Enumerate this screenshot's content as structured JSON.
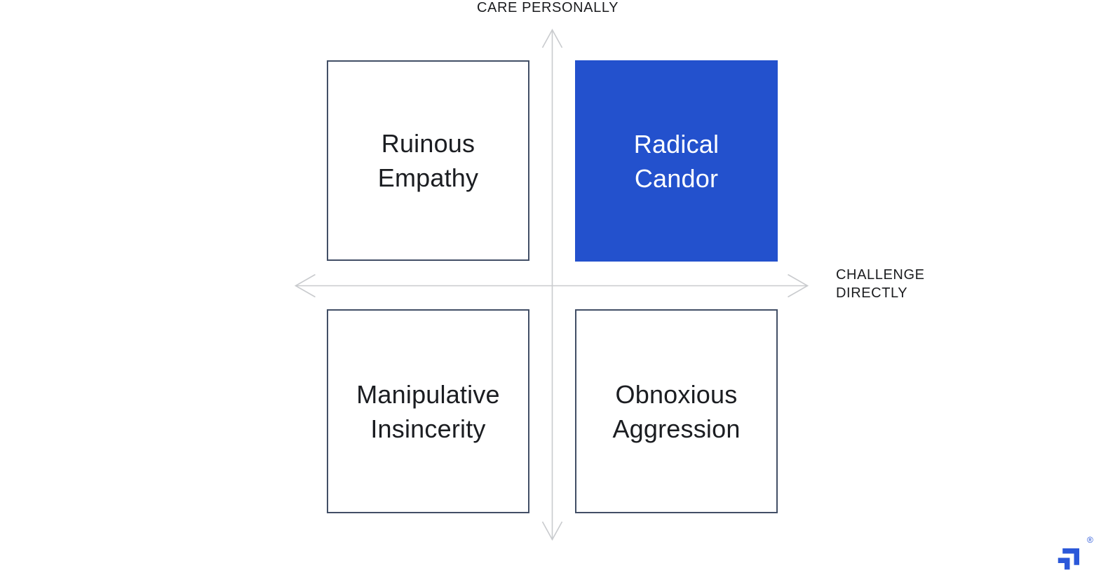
{
  "diagram": {
    "name": "radical-candor-quadrant",
    "background": "#ffffff"
  },
  "axes": {
    "vertical_label": "CARE PERSONALLY",
    "horizontal_label_line1": "CHALLENGE",
    "horizontal_label_line2": "DIRECTLY",
    "line_color": "#c9cbce",
    "label_color": "#1b1c1f",
    "style": "double-headed open-chevron arrows"
  },
  "quadrants": {
    "top_left": {
      "line1": "Ruinous",
      "line2": "Empathy",
      "variant": "outline"
    },
    "top_right": {
      "line1": "Radical",
      "line2": "Candor",
      "variant": "filled"
    },
    "bottom_left": {
      "line1": "Manipulative",
      "line2": "Insincerity",
      "variant": "outline"
    },
    "bottom_right": {
      "line1": "Obnoxious",
      "line2": "Aggression",
      "variant": "outline"
    }
  },
  "colors": {
    "highlight_fill": "#2351cd",
    "highlight_text": "#ffffff",
    "box_border": "#424f66",
    "box_text": "#1b1d21",
    "axis_gray": "#c9cbce",
    "logo_blue": "#2b58d9"
  },
  "logo": {
    "icon": "toptal-logo-mark",
    "registered_symbol": "®"
  }
}
